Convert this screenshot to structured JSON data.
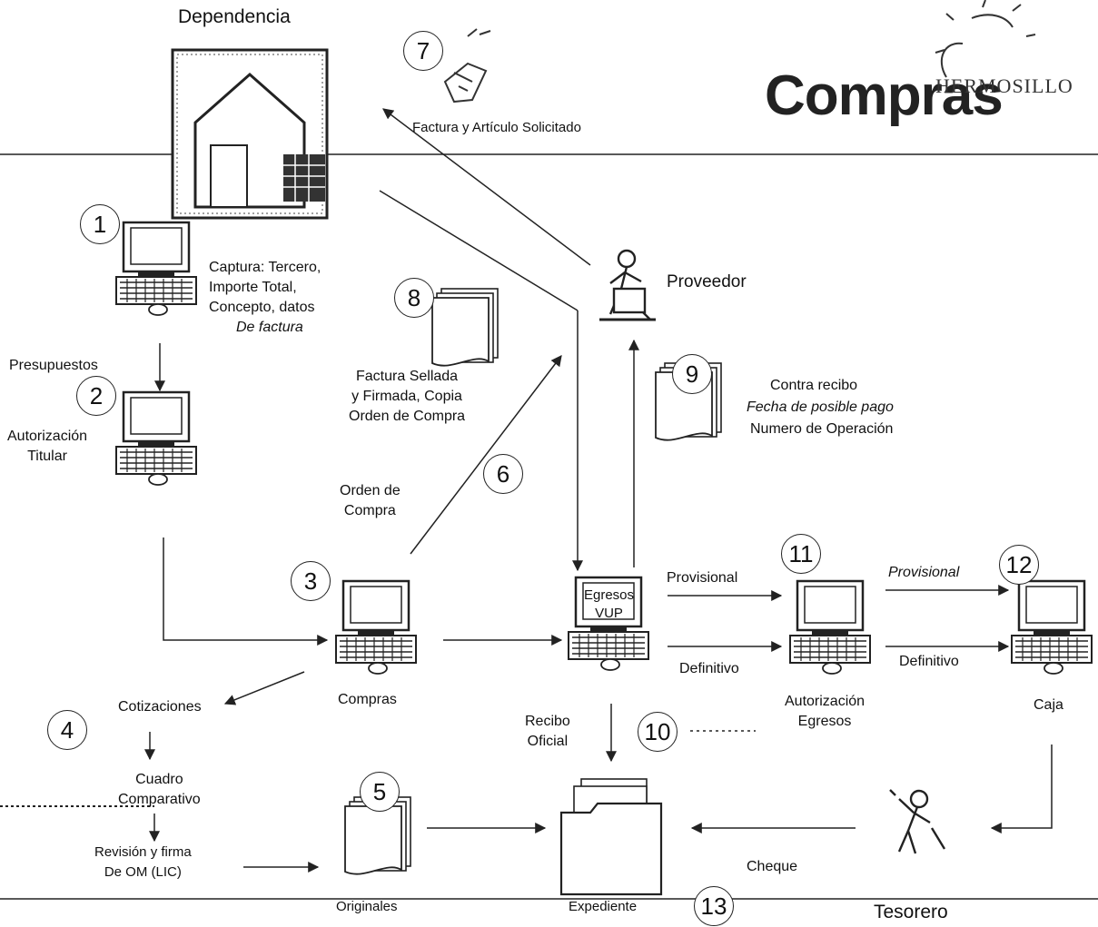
{
  "header": {
    "title": "Compras",
    "logo_text": "HERMOSILLO"
  },
  "actors": {
    "dependencia": "Dependencia",
    "proveedor": "Proveedor",
    "tesorero": "Tesorero"
  },
  "steps": [
    {
      "num": "1"
    },
    {
      "num": "2"
    },
    {
      "num": "3"
    },
    {
      "num": "4"
    },
    {
      "num": "5"
    },
    {
      "num": "6"
    },
    {
      "num": "7"
    },
    {
      "num": "8"
    },
    {
      "num": "9"
    },
    {
      "num": "10"
    },
    {
      "num": "11"
    },
    {
      "num": "12"
    },
    {
      "num": "13"
    }
  ],
  "labels": {
    "captura": "Captura: Tercero,\nImporte Total,\nConcepto, datos",
    "de_factura": "De factura",
    "presupuestos": "Presupuestos",
    "autorizacion_titular": "Autorización\nTitular",
    "factura_articulo": "Factura y Artículo Solicitado",
    "factura_sellada": "Factura Sellada\ny Firmada, Copia\nOrden de Compra",
    "contra_recibo": "Contra recibo",
    "fecha_pago": "Fecha de posible pago",
    "numero_operacion": "Numero de Operación",
    "orden_compra": "Orden de\nCompra",
    "egresos_vup": "Egresos\nVUP",
    "provisional_1": "Provisional",
    "definitivo_1": "Definitivo",
    "provisional_2": "Provisional",
    "definitivo_2": "Definitivo",
    "compras": "Compras",
    "cotizaciones": "Cotizaciones",
    "cuadro_comparativo": "Cuadro\nComparativo",
    "revision_firma": "Revisión y firma\nDe OM (LIC)",
    "originales": "Originales",
    "expediente": "Expediente",
    "recibo_oficial": "Recibo\nOficial",
    "autorizacion_egresos": "Autorización\nEgresos",
    "caja": "Caja",
    "cheque": "Cheque"
  },
  "colors": {
    "ink": "#111111",
    "stroke": "#222222",
    "fill_dark": "#333333"
  }
}
